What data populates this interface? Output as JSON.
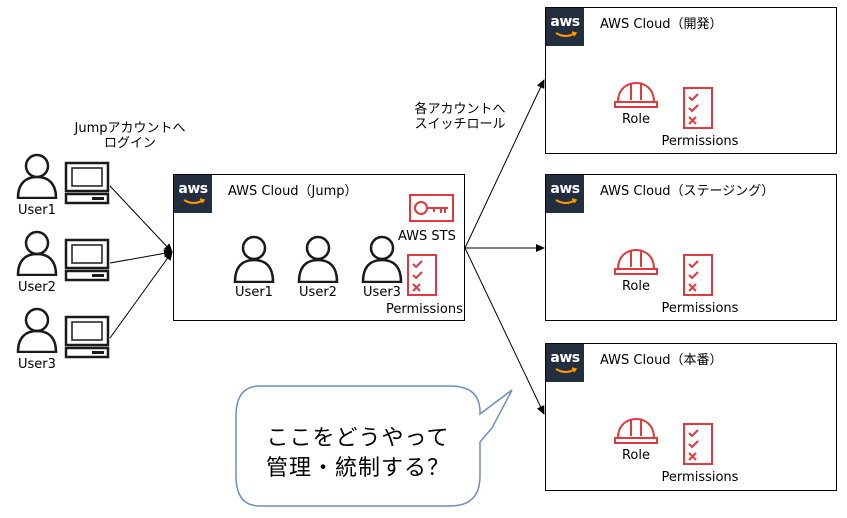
{
  "left_note": [
    "Jumpアカウントへ",
    "ログイン"
  ],
  "right_note": [
    "各アカウントへ",
    "スイッチロール"
  ],
  "aws_logo_text": "aws",
  "users_left": [
    "User1",
    "User2",
    "User3"
  ],
  "jump": {
    "title": "AWS Cloud（Jump）",
    "users": [
      "User1",
      "User2",
      "User3"
    ],
    "sts_label": "AWS STS",
    "permissions_label": "Permissions"
  },
  "targets": [
    {
      "title": "AWS Cloud（開発）",
      "role": "Role",
      "permissions": "Permissions"
    },
    {
      "title": "AWS Cloud（ステージング）",
      "role": "Role",
      "permissions": "Permissions"
    },
    {
      "title": "AWS Cloud（本番）",
      "role": "Role",
      "permissions": "Permissions"
    }
  ],
  "bubble": [
    "ここをどうやって",
    "管理・統制する？"
  ],
  "colors": {
    "aws_dark": "#232f3e",
    "icon_red": "#e0393e",
    "bubble_border": "#6c8ebf",
    "line": "#000000"
  }
}
